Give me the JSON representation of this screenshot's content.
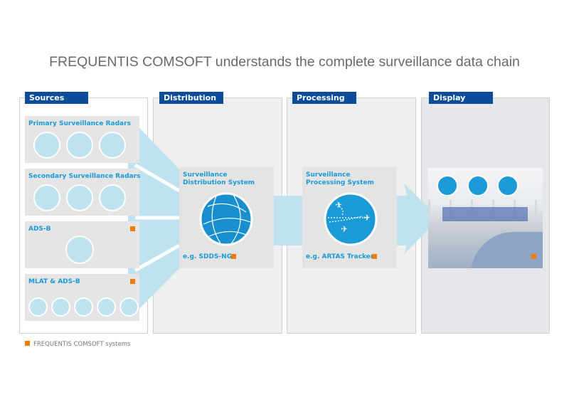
{
  "title": "FREQUENTIS COMSOFT understands the complete surveillance data chain",
  "columns": {
    "sources": "Sources",
    "distribution": "Distribution",
    "processing": "Processing",
    "display": "Display"
  },
  "sources": [
    {
      "label": "Primary Surveillance Radars",
      "icon": "radar-icon",
      "count": 3,
      "frequentis": false
    },
    {
      "label": "Secondary Surveillance Radars",
      "icon": "radar-icon",
      "count": 3,
      "frequentis": false
    },
    {
      "label": "ADS-B",
      "icon": "ads-b-sensor-icon",
      "count": 1,
      "frequentis": true
    },
    {
      "label": "MLAT & ADS-B",
      "icon": "ads-b-sensor-icon",
      "count": 5,
      "frequentis": true
    }
  ],
  "distribution": {
    "title_line1": "Surveillance",
    "title_line2": "Distribution System",
    "example": "e.g. SDDS-NG",
    "icon": "globe-icon"
  },
  "processing": {
    "title_line1": "Surveillance",
    "title_line2": "Processing System",
    "example": "e.g. ARTAS Tracker",
    "icon": "aircraft-tracks-icon"
  },
  "display": {
    "icon": "controller-icon",
    "count": 3
  },
  "legend": "FREQUENTIS COMSOFT systems",
  "colors": {
    "brand_blue": "#0b4c9b",
    "accent_blue": "#1a9ad6",
    "flow": "#bfe2f0",
    "frequentis_marker": "#f07d00"
  }
}
